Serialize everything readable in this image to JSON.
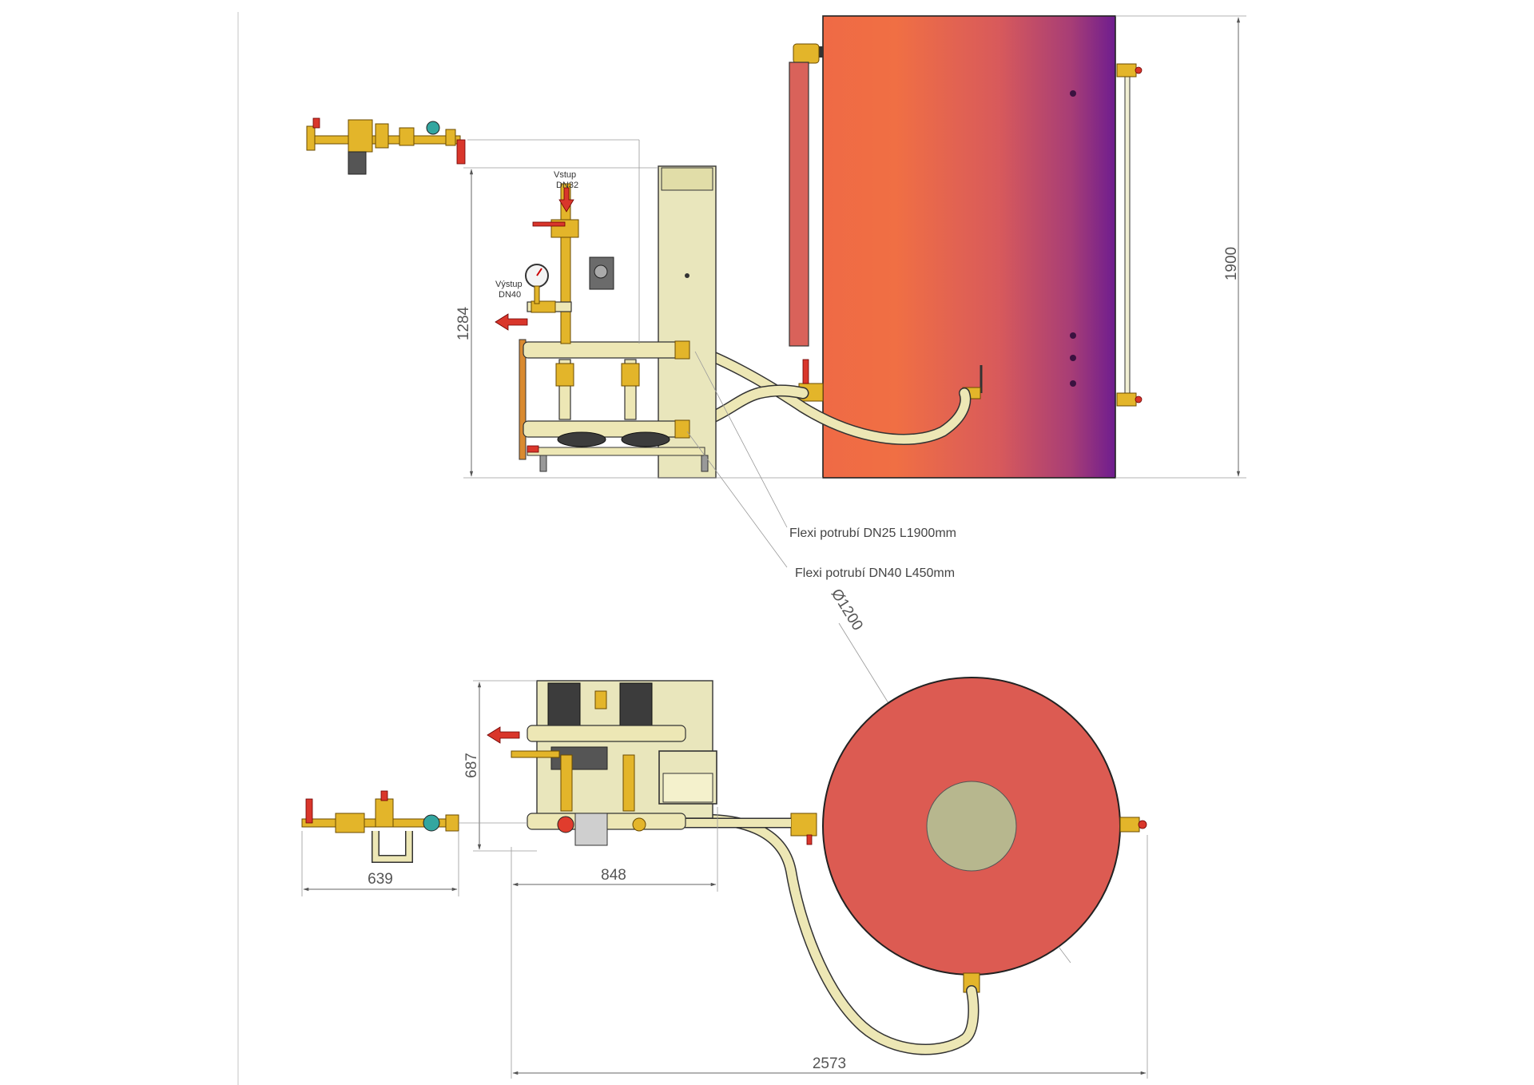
{
  "labels": {
    "vstup": "Vstup",
    "vstup_dn": "DN32",
    "vystup": "Výstup",
    "vystup_dn": "DN40",
    "flexi_dn25": "Flexi potrubí DN25 L1900mm",
    "flexi_dn40": "Flexi potrubí DN40 L450mm"
  },
  "dimensions": {
    "tank_height": "1900",
    "unit_height": "1284",
    "tank_diameter": "Ø1200",
    "unit_depth": "687",
    "valve_width": "639",
    "unit_width": "848",
    "total_width": "2573"
  },
  "colors": {
    "tank_hot": "#ef6a45",
    "tank_mid": "#d65a5d",
    "tank_cold": "#6e1d8f",
    "tank_top": "#dc5b52",
    "pipe": "#ede7b5",
    "brass": "#e3b52a",
    "cabinet": "#e9e6bc",
    "arrow": "#d9362b"
  }
}
